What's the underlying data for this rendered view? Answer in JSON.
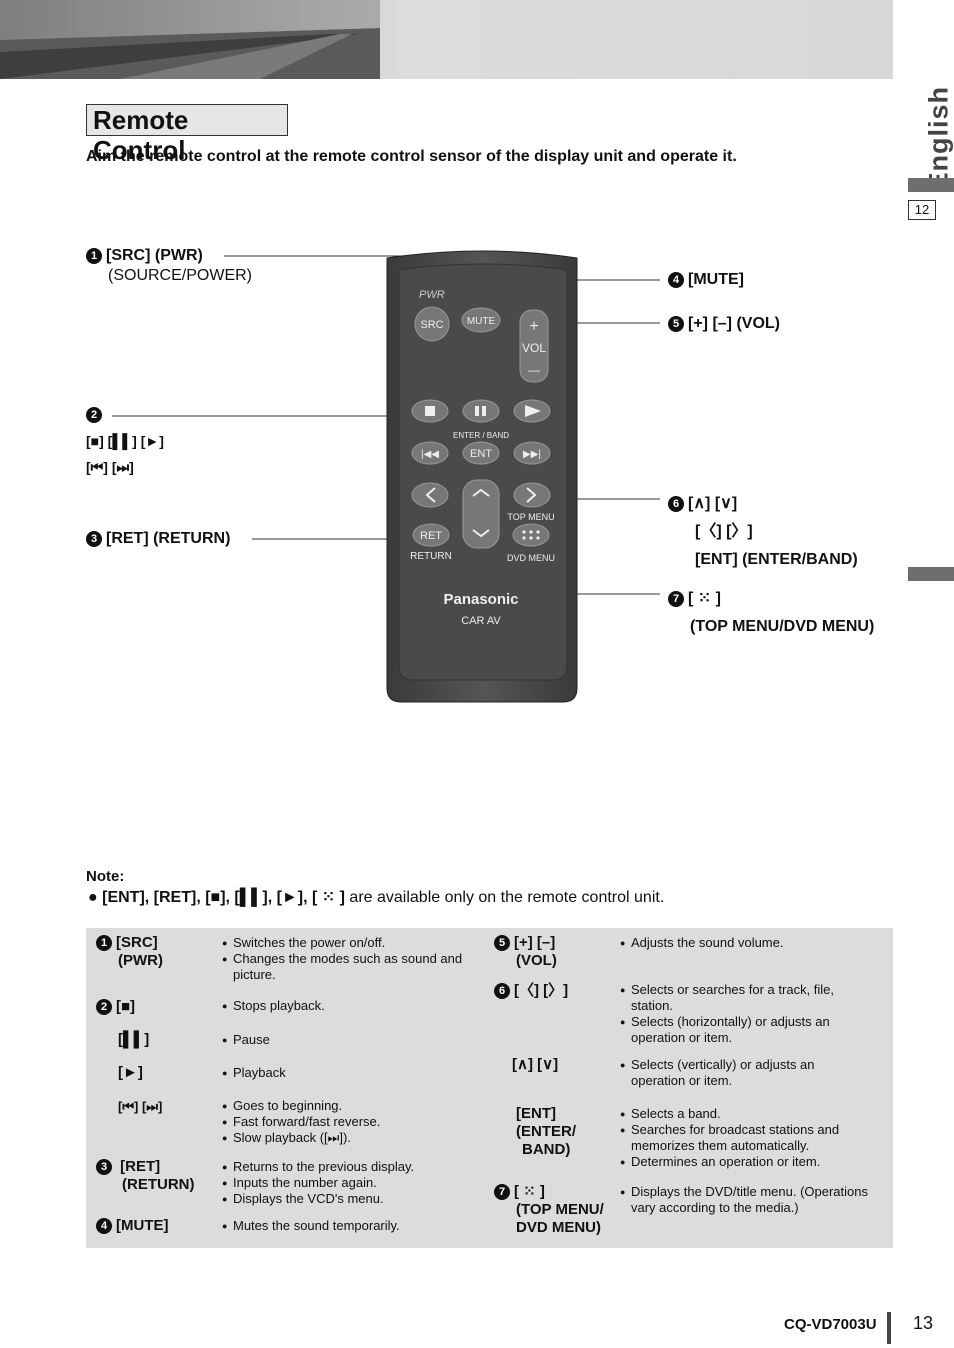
{
  "header": {
    "language": "English",
    "section_number": "12"
  },
  "title": "Remote Control",
  "subtitle": "Aim the remote control at the remote control sensor of the display unit and operate it.",
  "callouts": {
    "c1_label": "[SRC] (PWR)",
    "c1_sub": "(SOURCE/POWER)",
    "c2_line1": "[■]  [▌▌] [►]",
    "c2_line2": "[⏮] [⏭]",
    "c3_label": "[RET]  (RETURN)",
    "c4_label": "[MUTE]",
    "c5_label": "[+] [–] (VOL)",
    "c6_line1": "[∧] [∨]",
    "c6_line2": "[〈] [〉]",
    "c6_line3": "[ENT] (ENTER/BAND)",
    "c7_line1": "[ ⁙ ]",
    "c7_line2": "(TOP MENU/DVD MENU)"
  },
  "remote": {
    "pwr": "PWR",
    "src": "SRC",
    "mute": "MUTE",
    "vol": "VOL",
    "plus": "+",
    "minus": "—",
    "enter_band": "ENTER / BAND",
    "ent": "ENT",
    "top_menu": "TOP MENU",
    "dvd_menu": "DVD MENU",
    "ret": "RET",
    "return": "RETURN",
    "brand": "Panasonic",
    "car_av": "CAR AV"
  },
  "note": {
    "heading": "Note:",
    "keys": "[ENT], [RET], [■], [▌▌], [►], [ ⁙ ]",
    "text": " are available only on the remote control unit."
  },
  "table": {
    "src_key": "[SRC]",
    "src_key2": "(PWR)",
    "src_d1": "Switches the power on/off.",
    "src_d2": "Changes the modes such as sound and picture.",
    "stop_key": "[■]",
    "stop_d": "Stops playback.",
    "pause_key": "[▌▌]",
    "pause_d": "Pause",
    "play_key": "[►]",
    "play_d": "Playback",
    "skip_key": "[⏮] [⏭]",
    "skip_d1": "Goes to beginning.",
    "skip_d2": "Fast forward/fast reverse.",
    "skip_d3": "Slow playback ([⏭]).",
    "ret_key": "[RET]",
    "ret_key2": "(RETURN)",
    "ret_d1": "Returns to the previous display.",
    "ret_d2": "Inputs the number again.",
    "ret_d3": "Displays the VCD's menu.",
    "mute_key": "[MUTE]",
    "mute_d": "Mutes the sound temporarily.",
    "vol_key": "[+] [–]",
    "vol_key2": "(VOL)",
    "vol_d": "Adjusts the sound volume.",
    "lr_key": "[〈] [〉]",
    "lr_d1": "Selects or searches for a track, file, station.",
    "lr_d2": "Selects (horizontally) or adjusts an operation or item.",
    "ud_key": "[∧] [∨]",
    "ud_d": "Selects (vertically) or adjusts an operation or item.",
    "ent_key": "[ENT]",
    "ent_key2": "(ENTER/",
    "ent_key3": "BAND)",
    "ent_d1": "Selects a band.",
    "ent_d2": "Searches for broadcast stations and memorizes them automatically.",
    "ent_d3": "Determines an operation or item.",
    "menu_key": "[ ⁙ ]",
    "menu_key2": "(TOP MENU/",
    "menu_key3": "DVD MENU)",
    "menu_d": "Displays the DVD/title menu. (Operations vary according to the media.)"
  },
  "footer": {
    "model": "CQ-VD7003U",
    "page": "13"
  }
}
